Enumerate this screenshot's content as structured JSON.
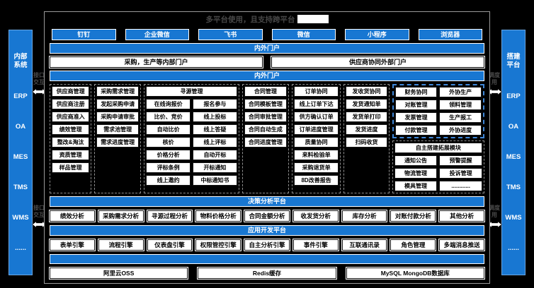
{
  "header": {
    "title": "多平台使用，且支持跨平台"
  },
  "colors": {
    "primary_blue": "#1877d2",
    "highlight_dashed_blue": "#3f87d8",
    "background": "#000000"
  },
  "left_panel": {
    "title": "内部系统",
    "items": [
      "ERP",
      "OA",
      "MES",
      "TMS",
      "WMS",
      "......"
    ],
    "arrow_label": "接口交互"
  },
  "right_panel": {
    "title": "搭建平台",
    "items": [
      "ERP",
      "OA",
      "MES",
      "TMS",
      "WMS",
      "......"
    ],
    "arrow_label": "调度用"
  },
  "platforms": [
    "钉钉",
    "企业微信",
    "飞书",
    "微信",
    "小程序",
    "浏览器"
  ],
  "bars": {
    "portal_top": "内外门户",
    "portal_inner": "内外门户",
    "decision": "决策分析平台",
    "appdev": "应用开发平台",
    "infra": ""
  },
  "portals": [
    "采购，生产等内部门户",
    "供应商协同外部门户"
  ],
  "module_columns": [
    {
      "header": "供应商管理",
      "items": [
        "供应商注册",
        "供应商准入",
        "绩效管理",
        "整改&淘汰",
        "资质管理",
        "样品管理"
      ]
    },
    {
      "header": "采购需求管理",
      "items": [
        "发起采购申请",
        "采购申请审批",
        "需求池管理",
        "需求进度管理"
      ]
    },
    {
      "header": "寻源管理",
      "sub_columns": [
        [
          "在线询报价",
          "比价、竞价",
          "自动比价",
          "核价",
          "价格分析",
          "评标条例",
          "线上邀约"
        ],
        [
          "报名参与",
          "线上投标",
          "线上答疑",
          "线上评标",
          "自动开标",
          "开标通知",
          "中标通知书"
        ]
      ]
    },
    {
      "header": "合同管理",
      "items": [
        "合同模板管理",
        "合同审批管理",
        "合同自动生成",
        "合同进度管理"
      ]
    },
    {
      "header": "订单协同",
      "items": [
        "线上订单下达",
        "供方确认订单",
        "订单进度管理",
        "质量协同",
        "来料检验单",
        "采购退货单",
        "8D改善报告"
      ]
    },
    {
      "header": "发收货协同",
      "items": [
        "发货通知单",
        "发货单打印",
        "发货进度",
        "扫码收货"
      ]
    }
  ],
  "finance_column": {
    "collab_rows": [
      [
        "财务协同",
        "外协生产"
      ],
      [
        "对账管理",
        "领料管理"
      ],
      [
        "发票管理",
        "生产报工"
      ],
      [
        "付款管理",
        "外协进度"
      ]
    ],
    "extension": {
      "header": "自主搭建拓展模块",
      "rows": [
        [
          "通知公告",
          "预警提醒"
        ],
        [
          "物流管理",
          "投诉管理"
        ],
        [
          "模具管理",
          "............"
        ]
      ]
    }
  },
  "decision_items": [
    "绩效分析",
    "采购需求分析",
    "寻源过程分析",
    "物料价格分析",
    "合同金额分析",
    "收发货分析",
    "库存分析",
    "对账付款分析",
    "其他分析"
  ],
  "appdev_items": [
    "表单引擎",
    "流程引擎",
    "仪表盘引擎",
    "权限管控引擎",
    "自主分析引擎",
    "事件引擎",
    "互联通讯录",
    "角色管理",
    "多端消息推送"
  ],
  "infra_items": [
    "阿里云OSS",
    "Redis缓存",
    "MySQL MongoDB数据库"
  ]
}
